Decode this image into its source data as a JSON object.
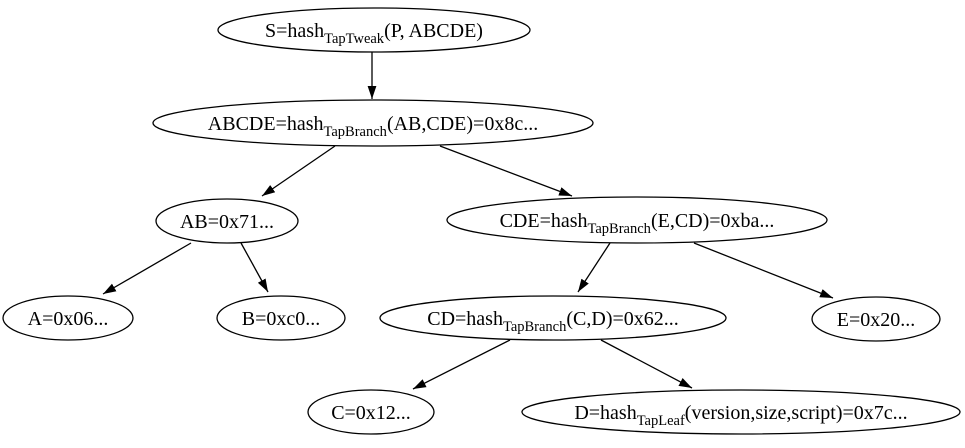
{
  "diagram": {
    "type": "tree",
    "description": "Taproot merkle tree of script hashes",
    "background_color": "#ffffff",
    "node_stroke_color": "#000000",
    "text_color": "#000000",
    "nodes": [
      {
        "id": "S",
        "pre": "S=hash",
        "sub": "TapTweak",
        "post": "(P, ABCDE)"
      },
      {
        "id": "ABCDE",
        "pre": "ABCDE=hash",
        "sub": "TapBranch",
        "post": "(AB,CDE)=0x8c..."
      },
      {
        "id": "AB",
        "pre": "AB=0x71...",
        "sub": "",
        "post": ""
      },
      {
        "id": "CDE",
        "pre": "CDE=hash",
        "sub": "TapBranch",
        "post": "(E,CD)=0xba..."
      },
      {
        "id": "A",
        "pre": "A=0x06...",
        "sub": "",
        "post": ""
      },
      {
        "id": "B",
        "pre": "B=0xc0...",
        "sub": "",
        "post": ""
      },
      {
        "id": "CD",
        "pre": "CD=hash",
        "sub": "TapBranch",
        "post": "(C,D)=0x62..."
      },
      {
        "id": "E",
        "pre": "E=0x20...",
        "sub": "",
        "post": ""
      },
      {
        "id": "C",
        "pre": "C=0x12...",
        "sub": "",
        "post": ""
      },
      {
        "id": "D",
        "pre": "D=hash",
        "sub": "TapLeaf",
        "post": "(version,size,script)=0x7c..."
      }
    ],
    "edges": [
      {
        "from": "S",
        "to": "ABCDE"
      },
      {
        "from": "ABCDE",
        "to": "AB"
      },
      {
        "from": "ABCDE",
        "to": "CDE"
      },
      {
        "from": "AB",
        "to": "A"
      },
      {
        "from": "AB",
        "to": "B"
      },
      {
        "from": "CDE",
        "to": "CD"
      },
      {
        "from": "CDE",
        "to": "E"
      },
      {
        "from": "CD",
        "to": "C"
      },
      {
        "from": "CD",
        "to": "D"
      }
    ]
  }
}
